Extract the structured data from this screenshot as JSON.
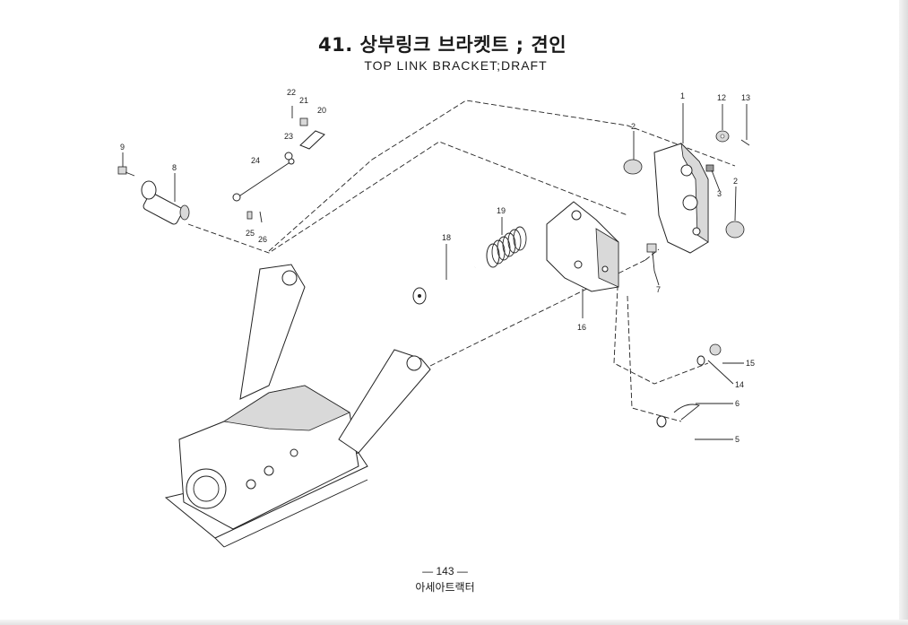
{
  "title": {
    "korean": "41. 상부링크 브라켓트 ; 견인",
    "english": "TOP LINK BRACKET;DRAFT"
  },
  "callouts": {
    "c1": "1",
    "c2a": "2",
    "c2b": "2",
    "c3": "3",
    "c5": "5",
    "c6": "6",
    "c7": "7",
    "c8": "8",
    "c9": "9",
    "c12": "12",
    "c13": "13",
    "c14": "14",
    "c15": "15",
    "c16": "16",
    "c18": "18",
    "c19": "19",
    "c20": "20",
    "c21": "21",
    "c22": "22",
    "c23": "23",
    "c24": "24",
    "c25": "25",
    "c26": "26"
  },
  "footer": {
    "page_number": "— 143 —",
    "brand": "아세아트랙터"
  }
}
